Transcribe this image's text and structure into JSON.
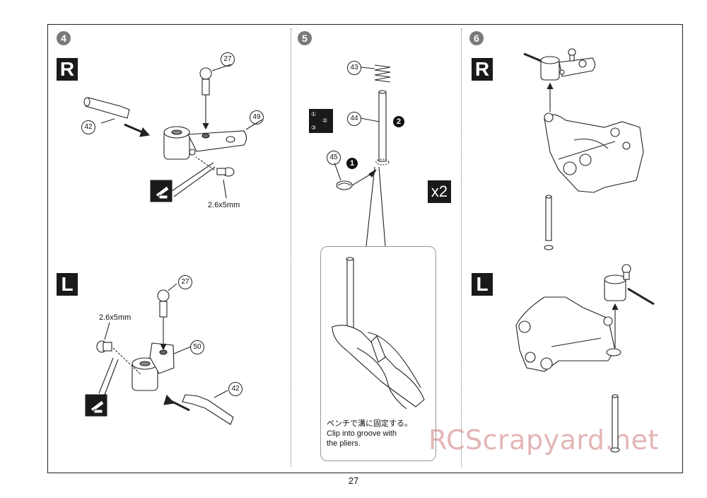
{
  "page_number": "27",
  "watermark": "RCScrapyard.net",
  "steps": [
    {
      "number": "4",
      "side_r": "R",
      "side_l": "L",
      "screw_r": "2.6x5mm",
      "screw_l": "2.6x5mm",
      "parts": [
        "27",
        "42",
        "49",
        "27",
        "50",
        "42"
      ]
    },
    {
      "number": "5",
      "parts": [
        "43",
        "44",
        "45"
      ],
      "order": [
        "1",
        "2"
      ],
      "multiplier": "x2",
      "callout_jp": "ペンチで溝に固定する。",
      "callout_en_1": "Clip into groove with",
      "callout_en_2": "the pliers.",
      "order_icon": [
        "①",
        "②",
        "③"
      ]
    },
    {
      "number": "6",
      "side_r": "R",
      "side_l": "L"
    }
  ],
  "icons": [
    "threadlock-icon",
    "pliers-illustration",
    "step-order-icon"
  ]
}
